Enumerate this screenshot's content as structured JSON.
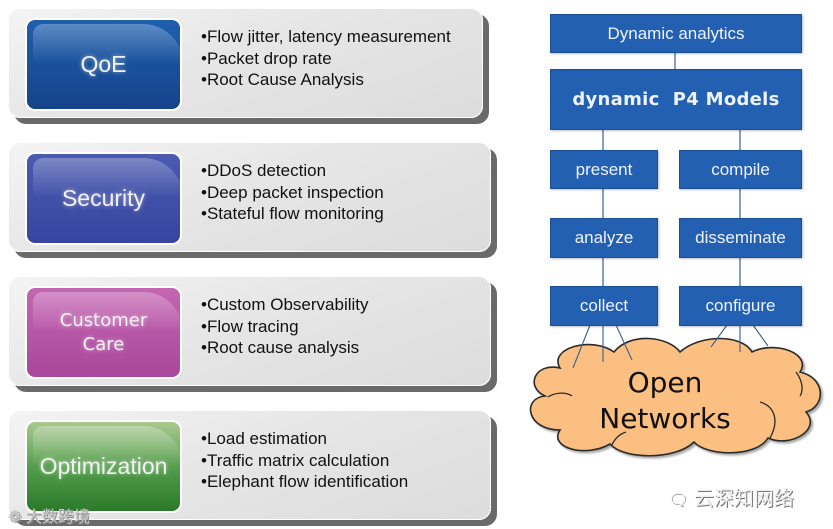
{
  "use_cases": [
    {
      "label": "QoE",
      "color": "#1f5fae",
      "items": [
        "Flow jitter, latency measurement",
        "Packet drop rate",
        "Root Cause Analysis"
      ]
    },
    {
      "label": "Security",
      "color": "#4a5bb0",
      "items": [
        "DDoS detection",
        "Deep packet inspection",
        "Stateful flow monitoring"
      ]
    },
    {
      "label_line1": "Customer",
      "label_line2": "Care",
      "color": "#b455a6",
      "items": [
        "Custom Observability",
        "Flow tracing",
        "Root cause analysis"
      ]
    },
    {
      "label": "Optimization",
      "color": "#3f8c3c",
      "items": [
        "Load estimation",
        "Traffic matrix calculation",
        "Elephant flow identification"
      ]
    }
  ],
  "flow": {
    "top": "Dynamic analytics",
    "models": "dynamic  P4 Models",
    "left_column": [
      "present",
      "analyze",
      "collect"
    ],
    "right_column": [
      "compile",
      "disseminate",
      "configure"
    ],
    "cloud_line1": "Open",
    "cloud_line2": "Networks",
    "box_color": "#2460b2",
    "cloud_color": "#fbbf82"
  },
  "watermarks": {
    "bottom_left": "大数跨境",
    "bottom_right": "云深知网络"
  }
}
